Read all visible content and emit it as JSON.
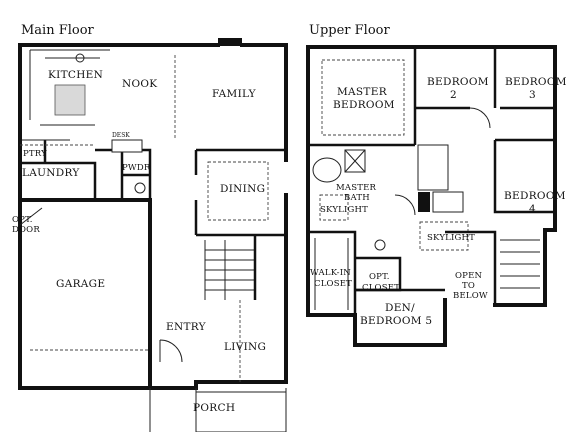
{
  "headings": {
    "main": "Main Floor",
    "upper": "Upper Floor"
  },
  "main_rooms": {
    "kitchen": "KITCHEN",
    "nook": "NOOK",
    "family": "FAMILY",
    "desk": "DESK",
    "ptry": "PTRY",
    "laundry": "LAUNDRY",
    "pwdr": "PWDR",
    "dining": "DINING",
    "opt_door_1": "OPT.",
    "opt_door_2": "DOOR",
    "garage": "GARAGE",
    "entry": "ENTRY",
    "living": "LIVING",
    "porch": "PORCH"
  },
  "upper_rooms": {
    "master_1": "MASTER",
    "master_2": "BEDROOM",
    "bed2_1": "BEDROOM",
    "bed2_2": "2",
    "bed3_1": "BEDROOM",
    "bed3_2": "3",
    "bed4_1": "BEDROOM",
    "bed4_2": "4",
    "mbath_1": "MASTER",
    "mbath_2": "BATH",
    "skylight_1": "SKYLIGHT",
    "skylight_2": "SKYLIGHT",
    "walkin_1": "WALK-IN",
    "walkin_2": "CLOSET",
    "optcloset_1": "OPT.",
    "optcloset_2": "CLOSET",
    "open_1": "OPEN",
    "open_2": "TO",
    "open_3": "BELOW",
    "den_1": "DEN/",
    "den_2": "BEDROOM 5"
  }
}
